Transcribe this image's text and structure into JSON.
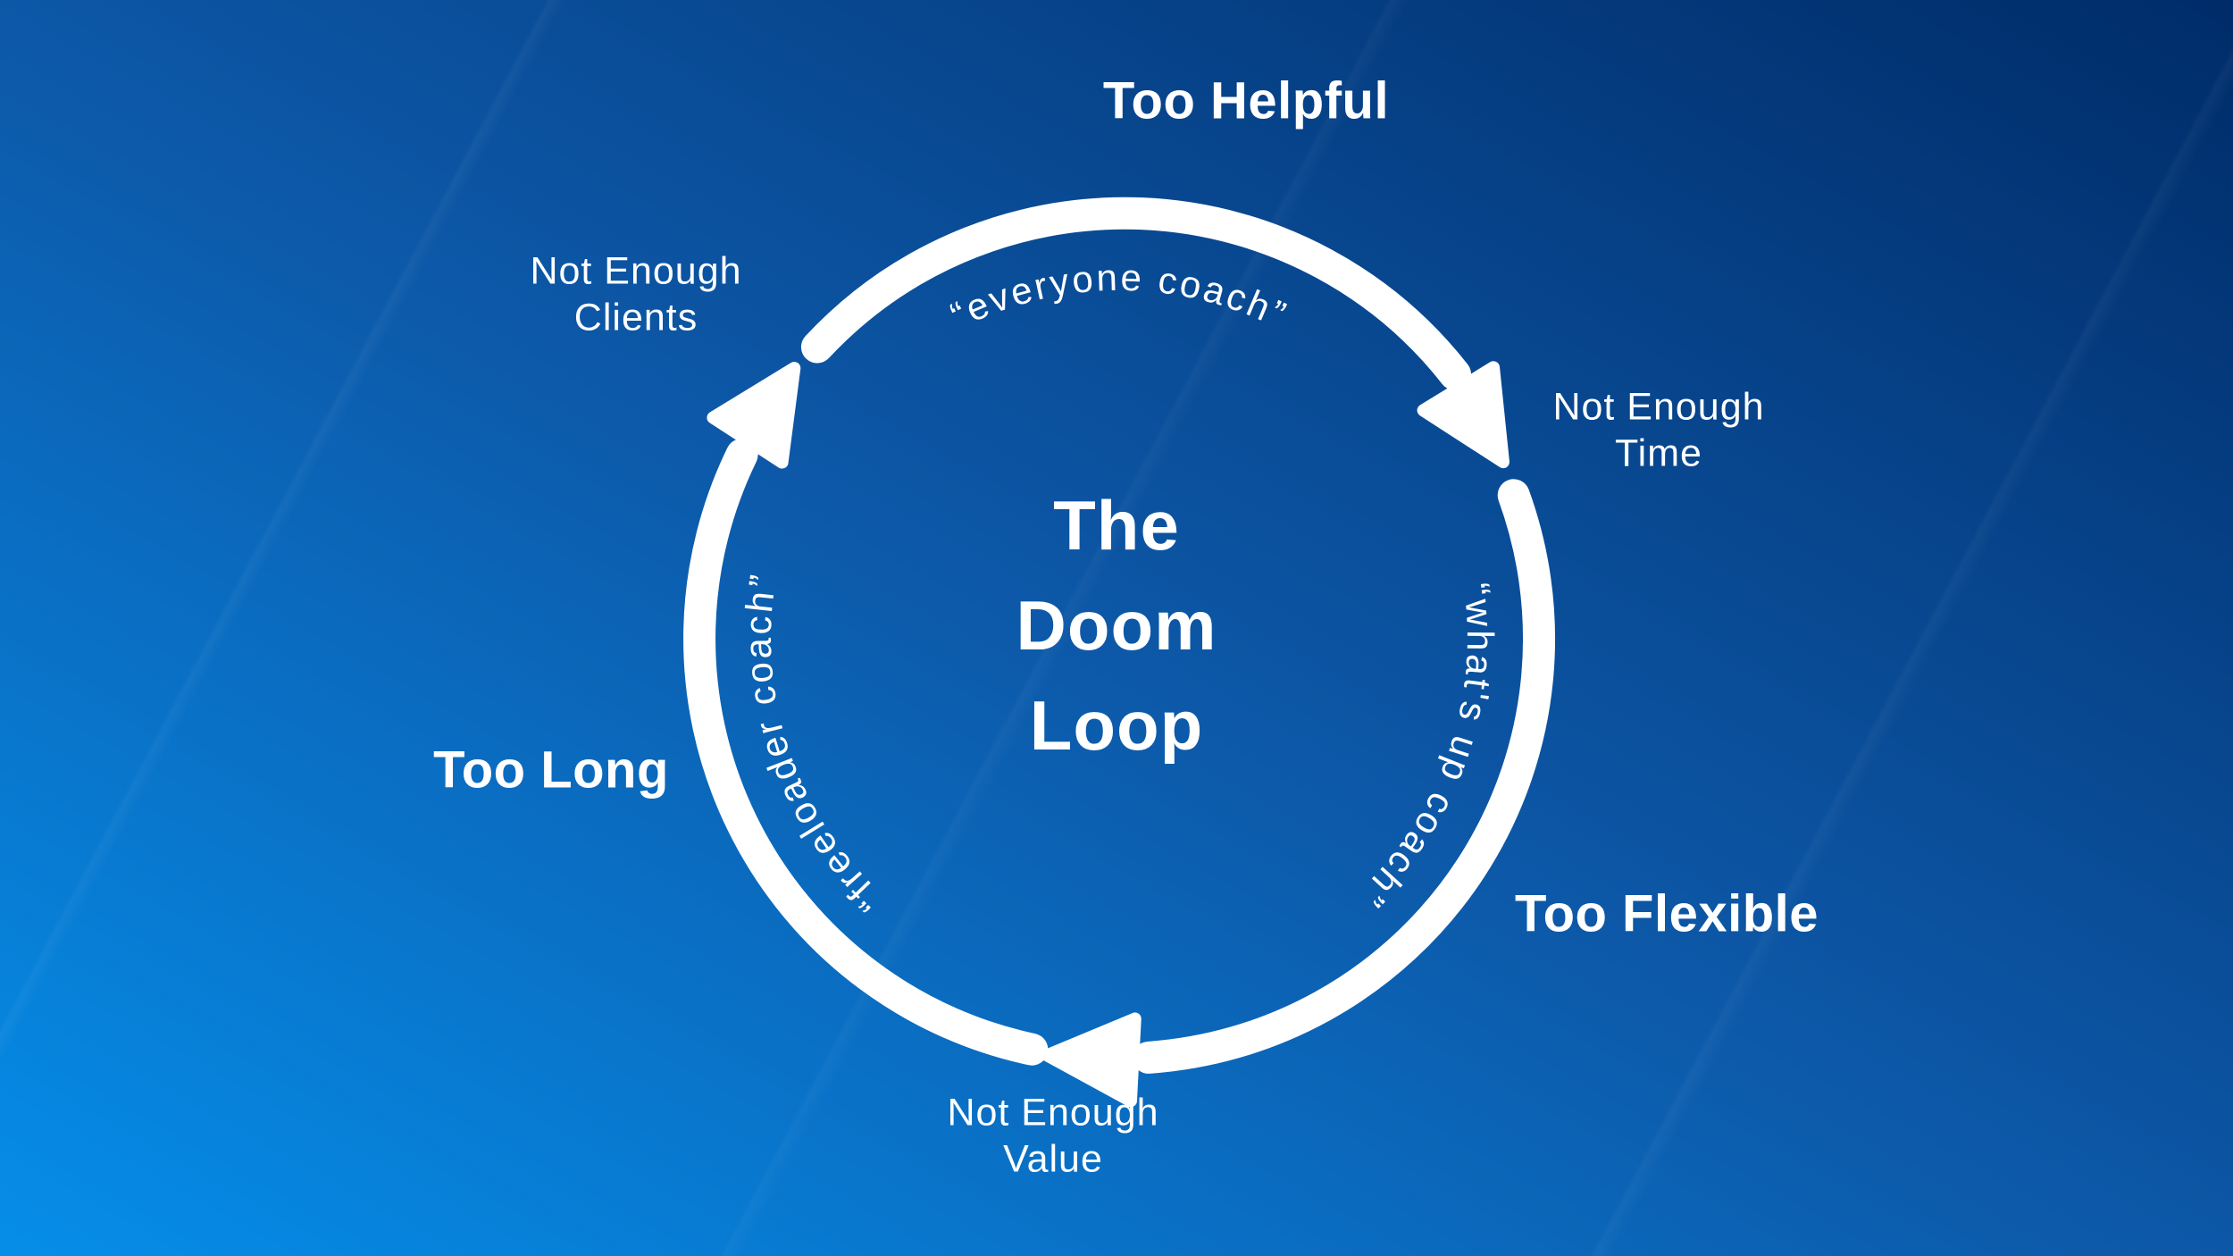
{
  "background": {
    "gradient_top_right": "#002c69",
    "gradient_bottom_left": "#058ee9",
    "foreground_color": "#ffffff"
  },
  "diagram": {
    "center_title": {
      "lines": [
        "The",
        "Doom",
        "Loop"
      ]
    },
    "outer_labels": {
      "top": "Too Helpful",
      "right": "Too Flexible",
      "left": "Too Long"
    },
    "node_labels": {
      "top_left": "Not Enough\nClients",
      "right": "Not Enough\nTime",
      "bottom": "Not Enough\nValue"
    },
    "curved_quotes": {
      "top": "“everyone coach”",
      "right": "“what's up coach”",
      "left": "“freeloader coach”"
    }
  }
}
